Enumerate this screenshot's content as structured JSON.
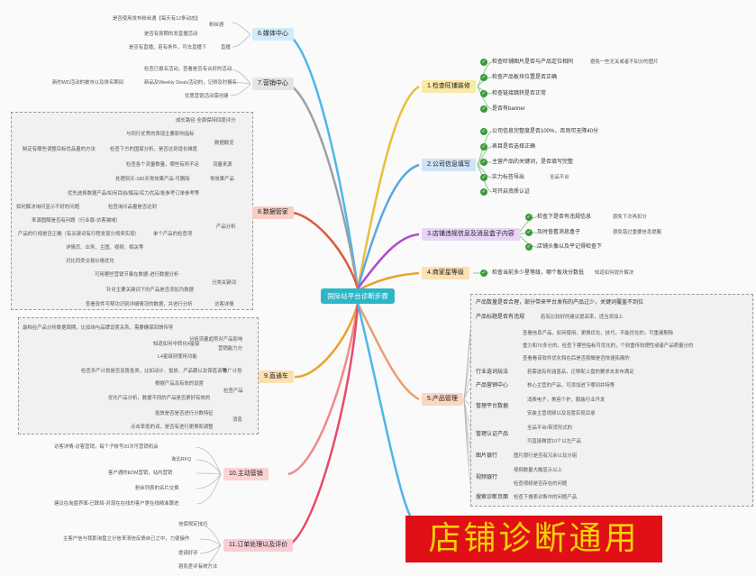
{
  "center": "国际站平台诊断步骤",
  "banner": "店铺诊断通用",
  "branches": {
    "b1": "1.检查旺铺装修",
    "b2": "2.公司信息填写",
    "b3": "3.店铺违规信息及消息盒子内容",
    "b4": "4.商家星等级",
    "b5": "5.产品管理",
    "b6": "6.媒体中心",
    "b7": "7.营销中心",
    "b8": "8.数据管家",
    "b9": "9.直通车",
    "b10": "10.主动营销",
    "b11": "11.订单处理以及评价"
  },
  "b1_items": [
    "检查旺铺图片是否与产品定位相同",
    "避免一些无关或者不如分的图片",
    "检查产品板块位置是否正确",
    "检查链接跳转是否正常",
    "是否有banner"
  ],
  "b2_items": [
    "公司信息完整度是否100%，否则可无降40分",
    "表目是否选择正确",
    "主营产品的关键词，是否填写完整",
    "实力标签导出",
    "全品平台",
    "可开启资质认证"
  ],
  "b3_items": [
    "检查下是否有违规信息",
    "避免下次再扣分",
    "及时查看消息盒子",
    "避免错过重要信息提醒",
    "店铺头像以及平记得检查下"
  ],
  "b4_items": [
    "检查当前多少星等级，哪个板块分数低",
    "知道如何提升解决"
  ],
  "b5_items": [
    "产品数量是否合理，部分带来平台发布的产品过少，关键词覆盖不到位",
    "产品标题是否有违规",
    "若有比较好的建议提高率，适当添加上",
    "查看信息产品，如何使用，更换优化，技巧，不能优化的，可重建删除",
    "重力和70多分的，检查下哪些指标可优化的，个别重传较理性或者产品质量分的",
    "查看看该软件优化和在后是否按做是否快速拓展的",
    "行业选词玩法",
    "若需选有所涵盖品，迁移配上盘的要求去发布满足",
    "产品营销中心",
    "核心主营的产品，可添加进下哪到并特等",
    "管理平台数据",
    "消费电子，美容个护，服装行业开发",
    "安装主营视频以及设置实现目录",
    "管理认证产品",
    "全品平台/带货形式的",
    "可直接做提10个以左产品",
    "图片银行",
    "图片银行是否有冗余以及分组",
    "视频银行",
    "视频数量大概显示以上",
    "检查视频是否存在的问题",
    "搜索诊断页面",
    "检查下搜索诊断中的问题产品"
  ],
  "b6_items": [
    "是否使用发布粉丝通【每天有12条动态】",
    "粉丝通",
    "是否有按期的发直播活动",
    "是否有直播，若有条件，可去直播下",
    "直播"
  ],
  "b7_items": [
    "检查已报名活动，查看是否有合好的活动",
    "新的WD活动的被市以及排名期间",
    "新品及Weekly Deals活动的，记得及时报名",
    "优惠营销活动需创建"
  ],
  "b8_items": [
    "成长路径-全面保持四度评分",
    "与同行优秀的表现主要影响指标",
    "数据概览",
    "制定有哪些调整目标优品量的方法",
    "检查下方的国家分析，是否达到增长维度",
    "检查各个流量数量，哪些有所不足",
    "流量来源",
    "处理到天-180天零效果产品-可删除",
    "零效果产品",
    "优先选择数据产品/如何目前/爆品/实力优品/批参考订单参考等",
    "如何解决询问显示不好的问题",
    "检查询问品量是否达到",
    "来源图解是否有问题（行业版-访客端域）",
    "产品的行规是否正确（有关键词有行程发现分规来实现）",
    "单个产品的检查项",
    "产品分析",
    "详情页、业务、主图、视频、相关等",
    "对比同类交易价格优化",
    "可用哪些营销节奏在数据-进行数据分析",
    "分类关键词",
    "针对主要关键词下的产品是否添加为数据",
    "查看软件可帮功识别详细情况的数据，并进行分析",
    "访客详情"
  ],
  "b9_items": [
    "最档在产品分析数据周期，比如询与品牌设置关系，需要确保回馈传导",
    "分析流量趋势对产品影响",
    "知道如何中转化4星级",
    "营销能力分",
    "L4星级别使用功能",
    "检查多产计划是否设置各类，比如动计、投放、产品跟以及保值该等",
    "推广计划",
    "根据产品及有效的设置",
    "检查产品",
    "优化产品分析，数据不同的产品是否更好有效的",
    "投放是否是否进行分数特征",
    "消息",
    "点击率低的词，是否有进行更换和调整"
  ],
  "b10_items": [
    "访客详情-访客营销，每个子帐号20次可营销机会",
    "询比RFQ",
    "客户通的EDM营销，站内营销",
    "粉丝列表的名片交换",
    "建议在询盘界面-已联络-对现在在线的客户更在线精准跟进"
  ],
  "b11_items": [
    "信保规定技巧",
    "主客户信与我那询盘立分信来清信反馈自己之中，力便操作",
    "提请好评",
    "避免差评有效方法"
  ]
}
